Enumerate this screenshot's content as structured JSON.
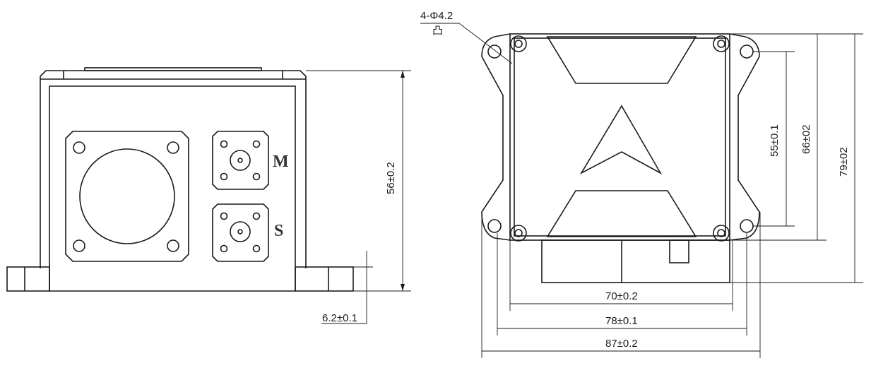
{
  "front_view": {
    "connector_labels": {
      "m": "M",
      "s": "S"
    },
    "dims": {
      "height": "56±0.2",
      "foot": "6.2±0.1"
    }
  },
  "top_view": {
    "hole_callout": "4-Φ4.2",
    "hole_callout_sub": "凸",
    "dims": {
      "v55": "55±0.1",
      "v66": "66±02",
      "v79": "79±02",
      "h70": "70±0.2",
      "h78": "78±0.1",
      "h87": "87±0.2"
    }
  }
}
